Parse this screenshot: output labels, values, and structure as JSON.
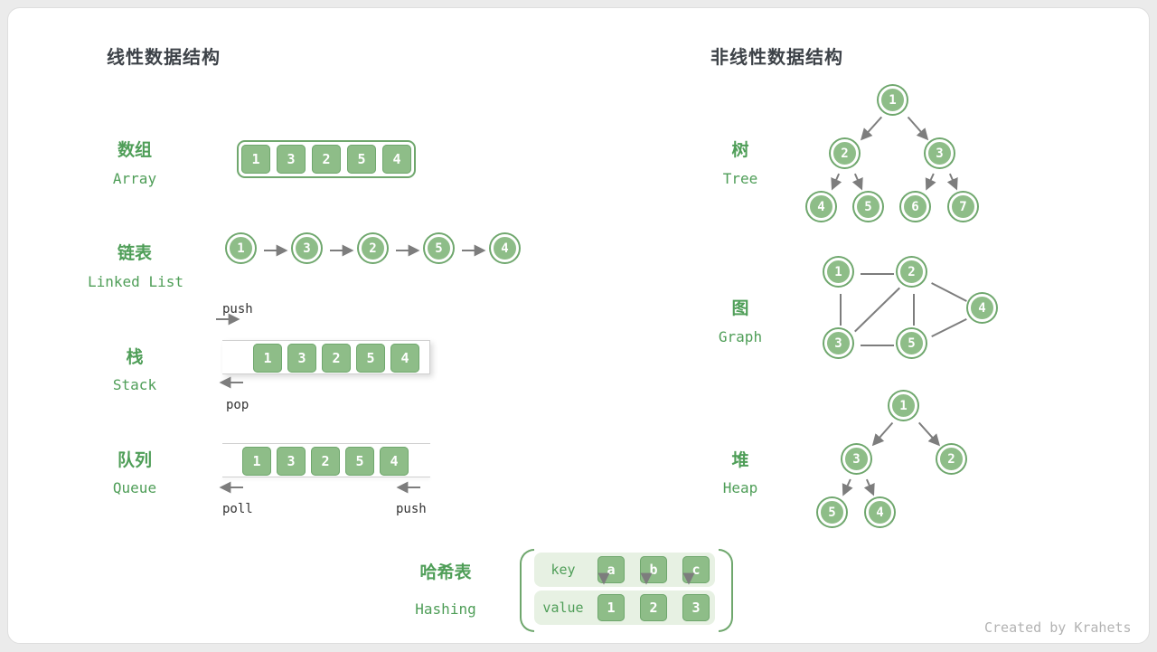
{
  "titles": {
    "linear": "线性数据结构",
    "nonlinear": "非线性数据结构"
  },
  "credit": "Created by Krahets",
  "colors": {
    "node_fill": "#8ebd88",
    "node_stroke": "#6fa76d",
    "label_green": "#4f9e58",
    "title_color": "#3d4248",
    "arrow": "#7d7d7d",
    "hash_row_bg": "#e7f1e3",
    "frame_gray": "#cfcfcf",
    "credit": "#b3b3b3"
  },
  "structures": {
    "array": {
      "zh": "数组",
      "en": "Array",
      "cells": [
        "1",
        "3",
        "2",
        "5",
        "4"
      ]
    },
    "linked_list": {
      "zh": "链表",
      "en": "Linked List",
      "nodes": [
        "1",
        "3",
        "2",
        "5",
        "4"
      ]
    },
    "stack": {
      "zh": "栈",
      "en": "Stack",
      "cells": [
        "1",
        "3",
        "2",
        "5",
        "4"
      ],
      "push": "push",
      "pop": "pop"
    },
    "queue": {
      "zh": "队列",
      "en": "Queue",
      "cells": [
        "1",
        "3",
        "2",
        "5",
        "4"
      ],
      "poll": "poll",
      "push": "push"
    },
    "hash": {
      "zh": "哈希表",
      "en": "Hashing",
      "key_label": "key",
      "value_label": "value",
      "keys": [
        "a",
        "b",
        "c"
      ],
      "values": [
        "1",
        "2",
        "3"
      ]
    },
    "tree": {
      "zh": "树",
      "en": "Tree",
      "nodes": [
        "1",
        "2",
        "3",
        "4",
        "5",
        "6",
        "7"
      ],
      "edges": [
        [
          0,
          1
        ],
        [
          0,
          2
        ],
        [
          1,
          3
        ],
        [
          1,
          4
        ],
        [
          2,
          5
        ],
        [
          2,
          6
        ]
      ]
    },
    "graph": {
      "zh": "图",
      "en": "Graph",
      "nodes": [
        "1",
        "2",
        "4",
        "3",
        "5"
      ],
      "edges": [
        [
          0,
          1
        ],
        [
          0,
          3
        ],
        [
          1,
          3
        ],
        [
          1,
          4
        ],
        [
          1,
          2
        ],
        [
          2,
          4
        ],
        [
          3,
          4
        ]
      ]
    },
    "heap": {
      "zh": "堆",
      "en": "Heap",
      "nodes": [
        "1",
        "3",
        "2",
        "5",
        "4"
      ],
      "edges": [
        [
          0,
          1
        ],
        [
          0,
          2
        ],
        [
          1,
          3
        ],
        [
          1,
          4
        ]
      ]
    }
  }
}
